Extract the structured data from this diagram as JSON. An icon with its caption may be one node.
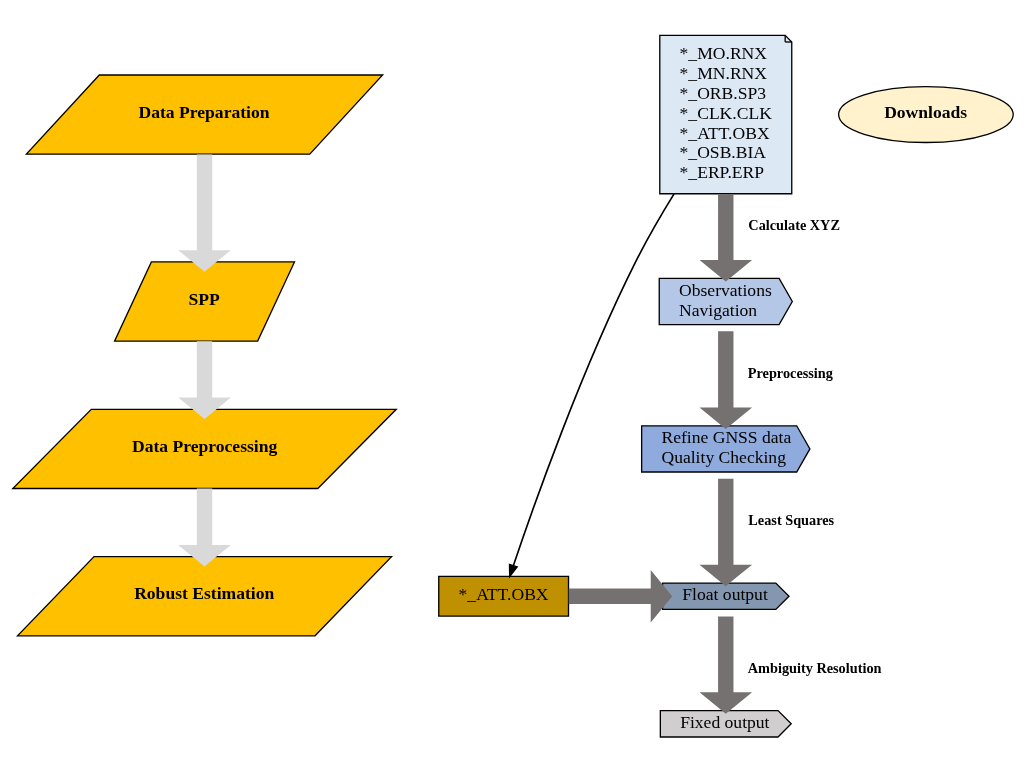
{
  "diagram": {
    "nodes": [
      {
        "text": [
          "Data Preparation"
        ]
      },
      {
        "text": [
          "SPP"
        ]
      },
      {
        "text": [
          "Data Preprocessing"
        ]
      },
      {
        "text": [
          "Robust Estimation"
        ]
      },
      {
        "text": [
          "*_MO.RNX",
          "*_MN.RNX",
          "*_ORB.SP3",
          "*_CLK.CLK",
          "*_ATT.OBX",
          "*_OSB.BIA",
          "*_ERP.ERP"
        ]
      },
      {
        "text": [
          "Downloads"
        ]
      },
      {
        "text": [
          "Observations",
          "Navigation"
        ]
      },
      {
        "text": [
          "Refine GNSS data",
          "Quality Checking"
        ]
      },
      {
        "text": [
          "Float output"
        ]
      },
      {
        "text": [
          "Fixed output"
        ]
      },
      {
        "text": [
          "*_ATT.OBX"
        ]
      }
    ],
    "edges": [
      {
        "from": 0,
        "to": 1,
        "arrow": "to",
        "color": "#d9d9d9"
      },
      {
        "from": 1,
        "to": 2,
        "arrow": "to",
        "color": "#d9d9d9"
      },
      {
        "from": 2,
        "to": 3,
        "arrow": "to",
        "color": "#d9d9d9"
      },
      {
        "from": 4,
        "to": 6,
        "arrow": "to",
        "label": "Calculate XYZ"
      },
      {
        "from": 6,
        "to": 7,
        "arrow": "to",
        "label": "Preprocessing"
      },
      {
        "from": 7,
        "to": 8,
        "arrow": "to",
        "label": "Least Squares"
      },
      {
        "from": 8,
        "to": 9,
        "arrow": "to",
        "label": "Ambiguity Resolution"
      },
      {
        "from": 4,
        "to": 10,
        "arrow": "to",
        "color": "#000000"
      },
      {
        "from": 10,
        "to": 8,
        "arrow": "to"
      }
    ]
  }
}
